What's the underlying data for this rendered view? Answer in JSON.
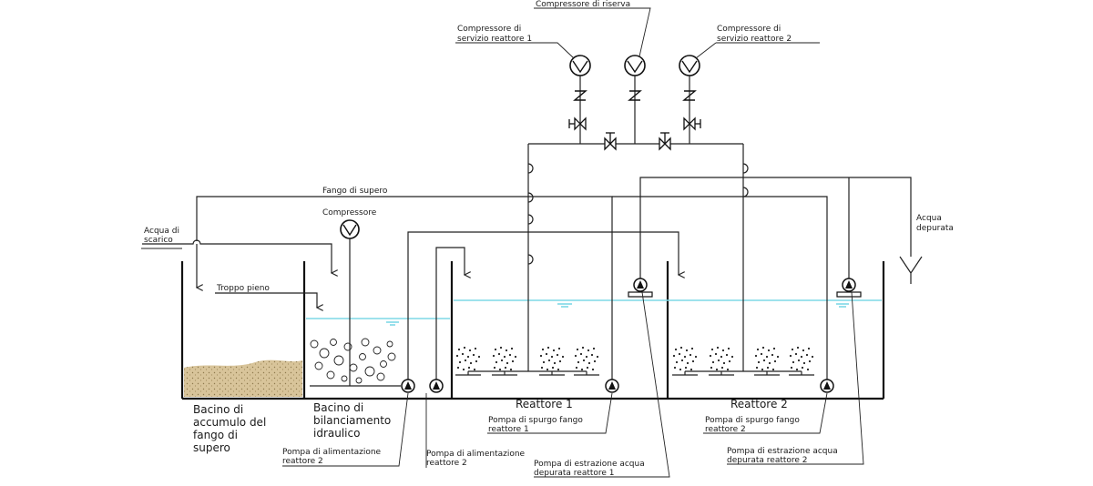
{
  "labels": {
    "compressore_riserva": "Compressore di riserva",
    "compressore_r1_l1": "Compressore di",
    "compressore_r1_l2": "servizio reattore 1",
    "compressore_r2_l1": "Compressore di",
    "compressore_r2_l2": "servizio reattore 2",
    "fango_supero": "Fango di supero",
    "acqua_scarico_l1": "Acqua di",
    "acqua_scarico_l2": "scarico",
    "compressore": "Compressore",
    "troppo_pieno": "Troppo pieno",
    "acqua_depurata_l1": "Acqua",
    "acqua_depurata_l2": "depurata",
    "bacino_accumulo_l1": "Bacino di",
    "bacino_accumulo_l2": "accumulo del",
    "bacino_accumulo_l3": "fango di",
    "bacino_accumulo_l4": "supero",
    "bacino_bilanciamento_l1": "Bacino di",
    "bacino_bilanciamento_l2": "bilanciamento",
    "bacino_bilanciamento_l3": "idraulico",
    "reattore_1": "Reattore 1",
    "reattore_2": "Reattore 2",
    "pompa_spurgo_r1_l1": "Pompa di spurgo fango",
    "pompa_spurgo_r1_l2": "reattore 1",
    "pompa_spurgo_r2_l1": "Pompa di spurgo fango",
    "pompa_spurgo_r2_l2": "reattore 2",
    "pompa_alim_a_l1": "Pompa di alimentazione",
    "pompa_alim_a_l2": "reattore 2",
    "pompa_alim_b_l1": "Pompa di alimentazione",
    "pompa_alim_b_l2": "reattore 2",
    "pompa_estr_r1_l1": "Pompa di estrazione acqua",
    "pompa_estr_r1_l2": "depurata reattore 1",
    "pompa_estr_r2_l1": "Pompa di estrazione acqua",
    "pompa_estr_r2_l2": "depurata reattore 2"
  },
  "colors": {
    "line": "#222222",
    "water": "#7fd8e6",
    "sludge": "#d8c49a"
  },
  "icons": {
    "compressor": "compressor-icon",
    "pump": "pump-icon",
    "valve": "valve-icon",
    "check_valve": "check-valve-icon",
    "diffuser": "diffuser-icon"
  }
}
